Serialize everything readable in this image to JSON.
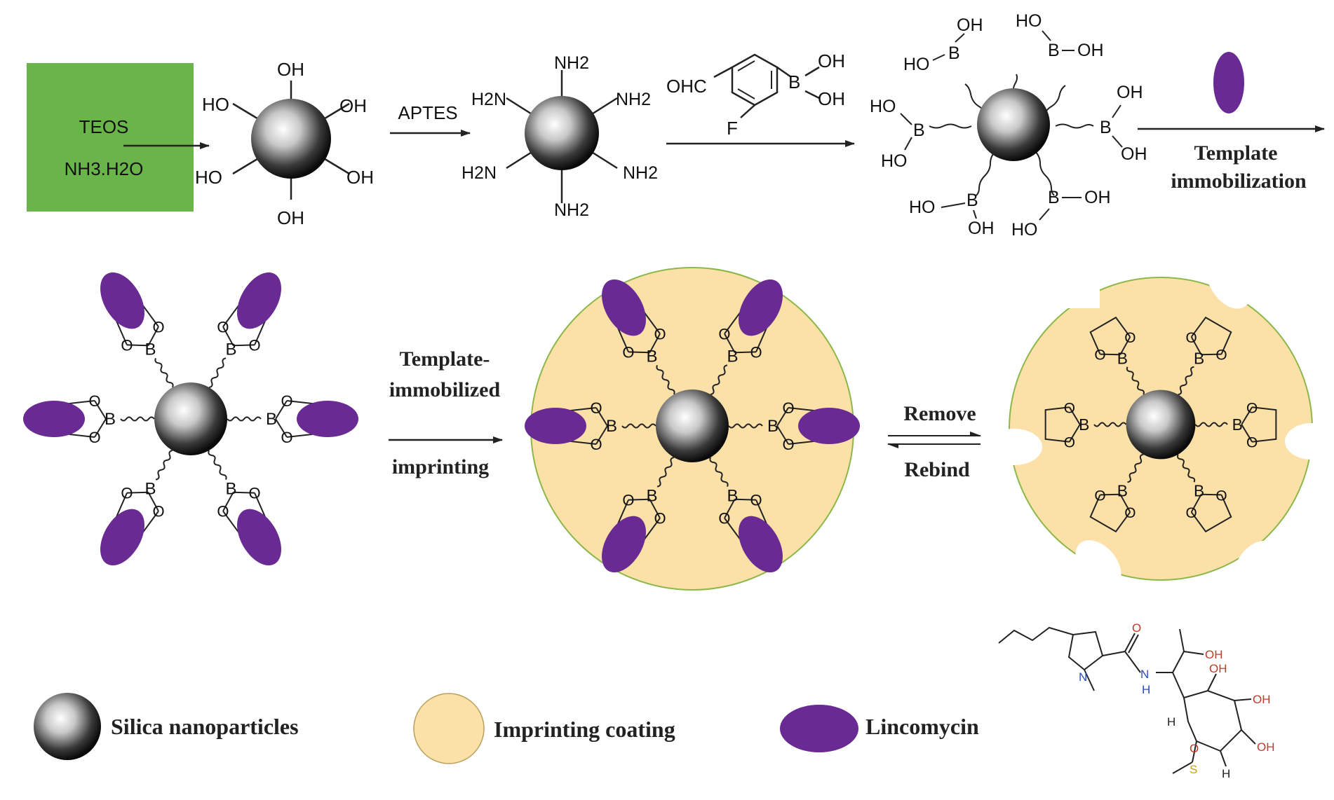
{
  "step1": {
    "reagent1": "TEOS",
    "reagent2": "NH3.H2O",
    "box_color": "#6ab54a"
  },
  "step2": {
    "reagent": "APTES"
  },
  "hydroxyl_sphere": {
    "groups": [
      "OH",
      "HO",
      "OH",
      "HO",
      "OH",
      "OH"
    ]
  },
  "amine_sphere": {
    "groups": [
      "NH2",
      "H2N",
      "NH2",
      "H2N",
      "NH2",
      "NH2"
    ]
  },
  "fpba": {
    "aldehyde": "OHC",
    "fluoro": "F",
    "boron": "B",
    "oh_top": "OH",
    "oh_bottom": "OH"
  },
  "boronic_sphere": {
    "boron": "B",
    "oh": "OH",
    "ho": "HO"
  },
  "template_step": {
    "line1": "Template",
    "line2": "immobilization"
  },
  "imprint_step": {
    "line1": "Template-",
    "line2": "immobilized",
    "line3": "imprinting"
  },
  "rebind_step": {
    "remove": "Remove",
    "rebind": "Rebind"
  },
  "ester": {
    "boron": "B",
    "oxygen": "O"
  },
  "legend": {
    "silica": "Silica nanoparticles",
    "coating": "Imprinting coating",
    "lincomycin": "Lincomycin"
  },
  "lincomycin_structure": {
    "o": "O",
    "n": "N",
    "h": "H",
    "oh": "OH",
    "s": "S"
  },
  "colors": {
    "template": "#6a2a94",
    "coating": "#fbe0a8",
    "coating_edge": "#8cb84a",
    "arrow": "#222222"
  }
}
